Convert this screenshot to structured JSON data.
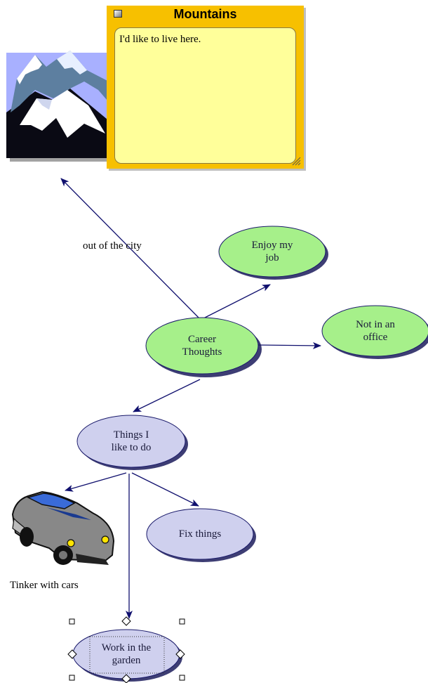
{
  "note": {
    "title": "Mountains",
    "body": "I'd like to live here."
  },
  "nodes": {
    "career": "Career\nThoughts",
    "enjoy": "Enjoy my\njob",
    "office": "Not in an\noffice",
    "things": "Things I\nlike to do",
    "fix": "Fix things",
    "garden": "Work in the\ngarden"
  },
  "labels": {
    "city_link": "out of the city",
    "cars": "Tinker with cars"
  },
  "icons": {
    "mountain": "mountain-icon",
    "car": "car-icon"
  },
  "colors": {
    "green_node": "#a6f08a",
    "purple_node": "#cfd0ee",
    "node_border": "#1a1a6a",
    "link": "#10106e",
    "note_frame": "#f7c000",
    "note_body": "#ffff9a"
  }
}
